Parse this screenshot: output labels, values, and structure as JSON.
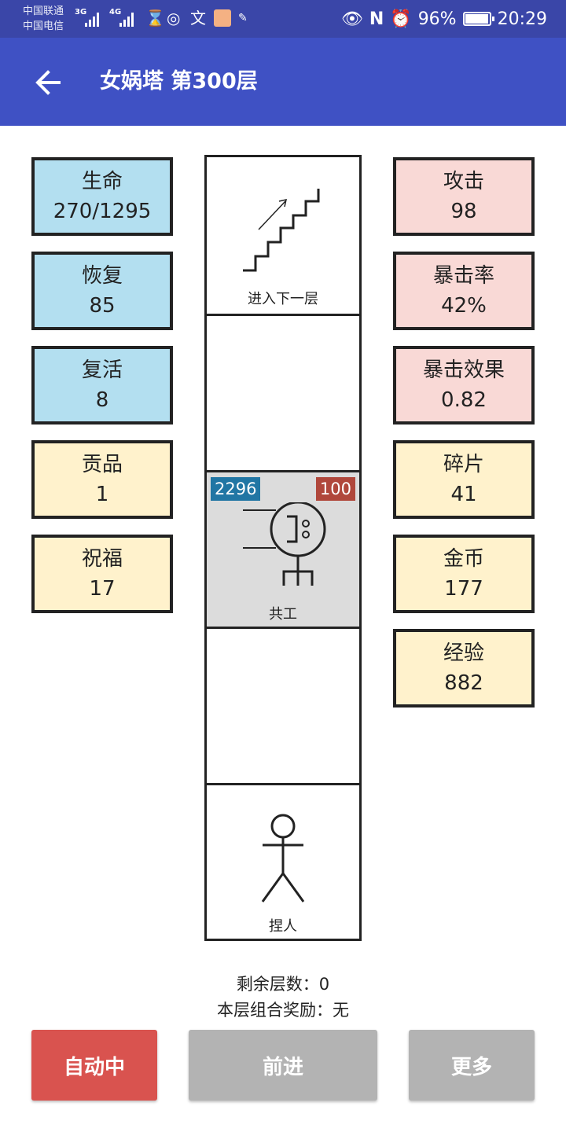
{
  "status_bar": {
    "carrier1": "中国联通",
    "carrier2": "中国电信",
    "net1": "3G",
    "net2": "4G",
    "battery_percent": "96%",
    "time": "20:29"
  },
  "app_bar": {
    "title": "女娲塔 第300层"
  },
  "left_stats": [
    {
      "label": "生命",
      "value": "270/1295",
      "color": "#b3dff0"
    },
    {
      "label": "恢复",
      "value": "85",
      "color": "#b3dff0"
    },
    {
      "label": "复活",
      "value": "8",
      "color": "#b3dff0"
    },
    {
      "label": "贡品",
      "value": "1",
      "color": "#fff2cc"
    },
    {
      "label": "祝福",
      "value": "17",
      "color": "#fff2cc"
    }
  ],
  "right_stats": [
    {
      "label": "攻击",
      "value": "98",
      "color": "#f9d9d6"
    },
    {
      "label": "暴击率",
      "value": "42%",
      "color": "#f9d9d6"
    },
    {
      "label": "暴击效果",
      "value": "0.82",
      "color": "#f9d9d6"
    },
    {
      "label": "碎片",
      "value": "41",
      "color": "#fff2cc"
    },
    {
      "label": "金币",
      "value": "177",
      "color": "#fff2cc"
    },
    {
      "label": "经验",
      "value": "882",
      "color": "#fff2cc"
    }
  ],
  "tower": {
    "stairs_label": "进入下一层",
    "enemy": {
      "name": "共工",
      "hp": "2296",
      "attack": "100"
    },
    "player_label": "捏人"
  },
  "info": {
    "remaining": "剩余层数：0",
    "reward": "本层组合奖励：无"
  },
  "buttons": {
    "auto": "自动中",
    "forward": "前进",
    "more": "更多"
  }
}
